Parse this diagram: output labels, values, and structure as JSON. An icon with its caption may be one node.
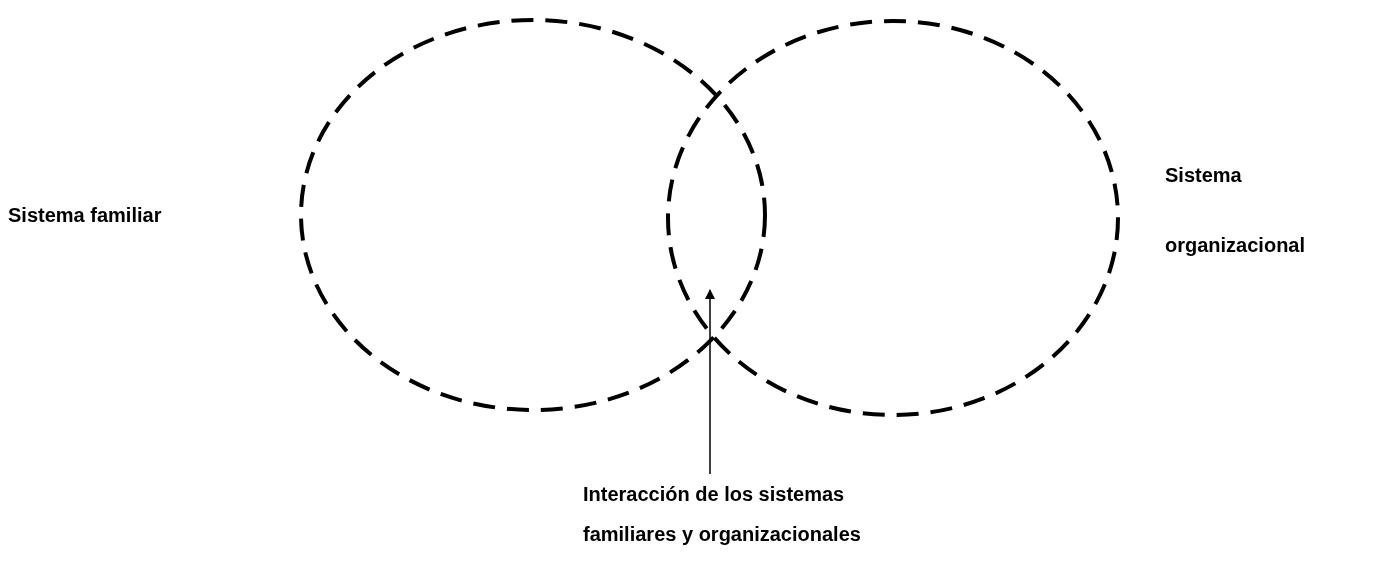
{
  "diagram": {
    "nodes": [
      {
        "text": [],
        "shape": "circle"
      },
      {
        "text": [],
        "shape": "circle"
      },
      {
        "text": [
          "Interacción de los sistemas familiares y organizacionales"
        ]
      }
    ],
    "edges": [
      {
        "from": 2,
        "to": 1,
        "arrow": "to"
      }
    ],
    "labels": [
      "Sistema familiar",
      "Sistema organizacional"
    ]
  }
}
